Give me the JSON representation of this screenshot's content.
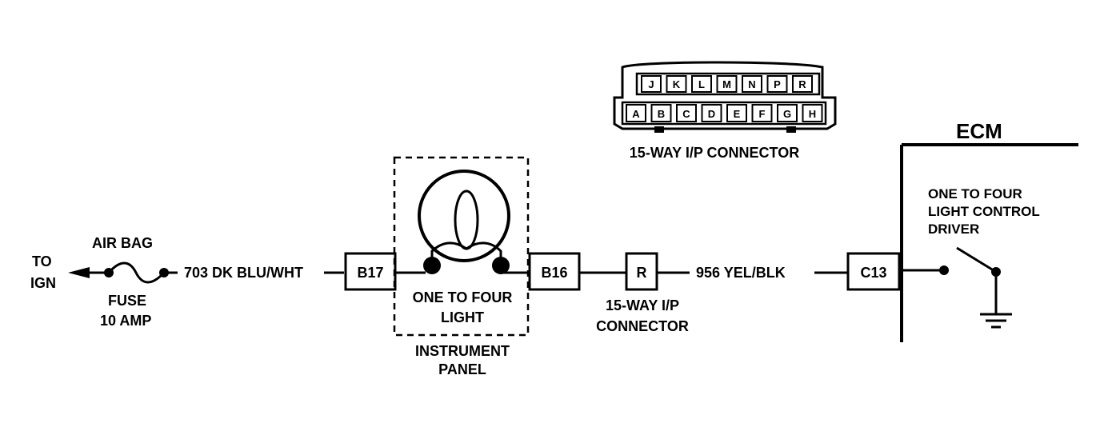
{
  "to_ign": [
    "TO",
    "IGN"
  ],
  "fuse": {
    "top_label": "AIR BAG",
    "bottom_label": [
      "FUSE",
      "10 AMP"
    ]
  },
  "wire_703": "703 DK BLU/WHT",
  "b17": "B17",
  "b16": "B16",
  "bulb_label": [
    "ONE TO FOUR",
    "LIGHT"
  ],
  "instrument_panel": [
    "INSTRUMENT",
    "PANEL"
  ],
  "connector_r": "R",
  "connector_r_label": [
    "15-WAY I/P",
    "CONNECTOR"
  ],
  "wire_956": "956 YEL/BLK",
  "c13": "C13",
  "ecm": "ECM",
  "driver_label": [
    "ONE TO FOUR",
    "LIGHT CONTROL",
    "DRIVER"
  ],
  "connector_view_label": "15-WAY I/P CONNECTOR",
  "connector_pins": {
    "top_row": [
      "J",
      "K",
      "L",
      "M",
      "N",
      "P",
      "R"
    ],
    "bottom_row": [
      "A",
      "B",
      "C",
      "D",
      "E",
      "F",
      "G",
      "H"
    ]
  }
}
